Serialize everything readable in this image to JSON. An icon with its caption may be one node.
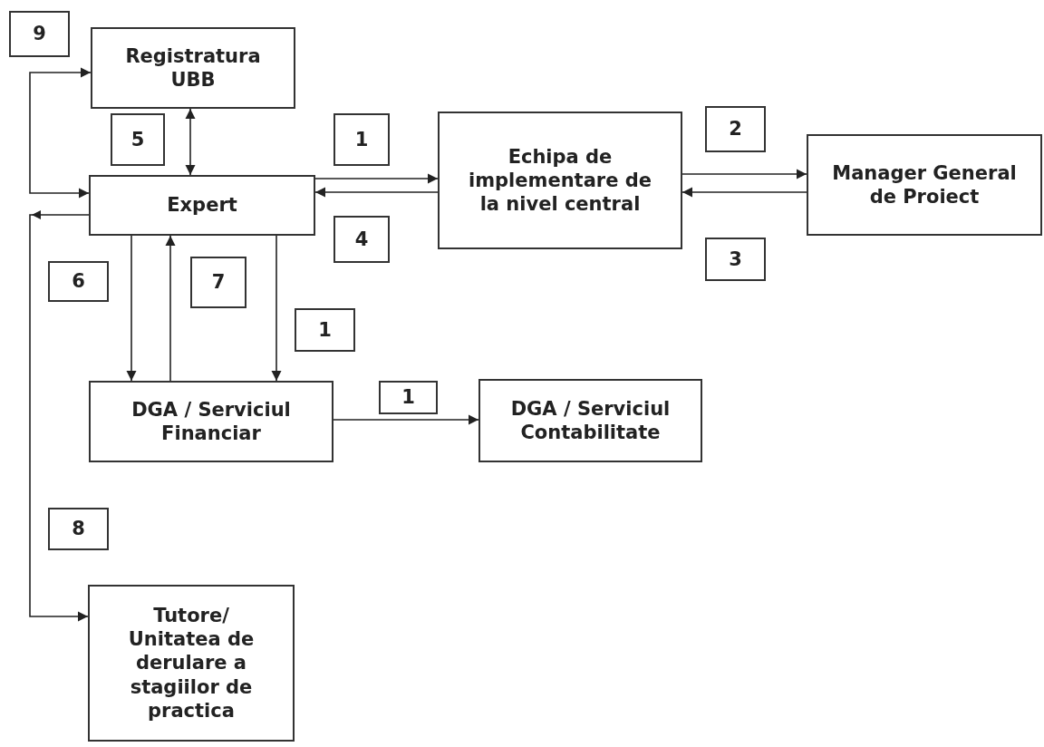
{
  "diagram": {
    "nodes": [
      {
        "text": [
          "9"
        ]
      },
      {
        "text": [
          "Registratura UBB"
        ]
      },
      {
        "text": [
          "5"
        ]
      },
      {
        "text": [
          "Expert"
        ]
      },
      {
        "text": [
          "1"
        ]
      },
      {
        "text": [
          "Echipa de implementare de la nivel central"
        ]
      },
      {
        "text": [
          "2"
        ]
      },
      {
        "text": [
          "Manager General de Proiect"
        ]
      },
      {
        "text": [
          "4"
        ]
      },
      {
        "text": [
          "3"
        ]
      },
      {
        "text": [
          "6"
        ]
      },
      {
        "text": [
          "7"
        ]
      },
      {
        "text": [
          "1"
        ]
      },
      {
        "text": [
          "DGA / Serviciul Financiar"
        ]
      },
      {
        "text": [
          "1"
        ]
      },
      {
        "text": [
          "DGA / Serviciul Contabilitate"
        ]
      },
      {
        "text": [
          "8"
        ]
      },
      {
        "text": [
          "Tutore/ Unitatea de derulare a stagiilor de practica"
        ]
      }
    ],
    "edges": [
      {
        "from": 3,
        "to": 1,
        "arrow": "both"
      },
      {
        "from": 3,
        "to": 1,
        "arrow": "both"
      },
      {
        "from": 3,
        "to": 5,
        "arrow": "to"
      },
      {
        "from": 5,
        "to": 3,
        "arrow": "to"
      },
      {
        "from": 5,
        "to": 7,
        "arrow": "to"
      },
      {
        "from": 7,
        "to": 5,
        "arrow": "to"
      },
      {
        "from": 3,
        "to": 13,
        "arrow": "to"
      },
      {
        "from": 13,
        "to": 3,
        "arrow": "to"
      },
      {
        "from": 3,
        "to": 13,
        "arrow": "to"
      },
      {
        "from": 13,
        "to": 15,
        "arrow": "to"
      },
      {
        "from": 3,
        "to": 17,
        "arrow": "to"
      }
    ]
  }
}
